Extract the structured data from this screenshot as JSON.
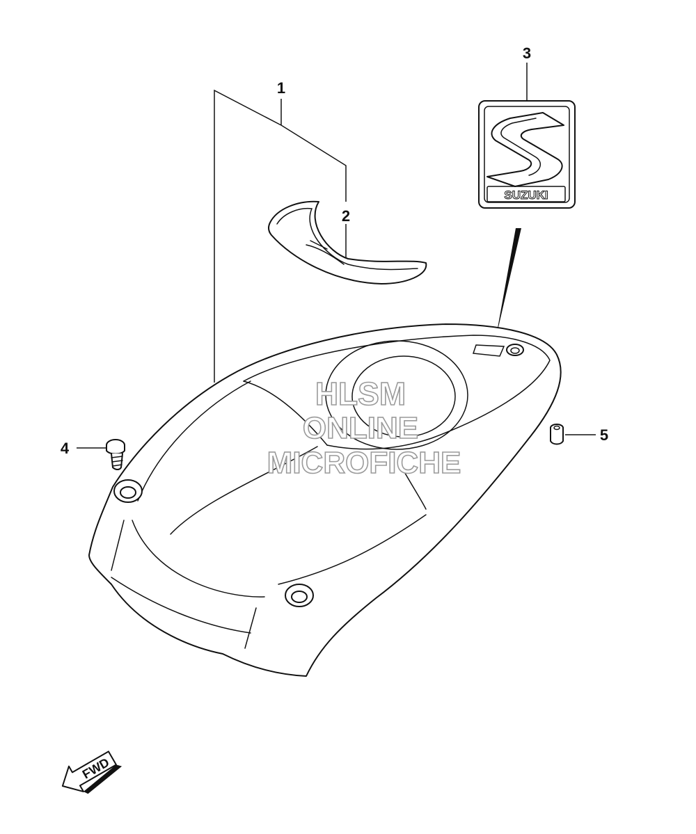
{
  "callouts": [
    {
      "id": "1",
      "label": "1"
    },
    {
      "id": "2",
      "label": "2"
    },
    {
      "id": "3",
      "label": "3"
    },
    {
      "id": "4",
      "label": "4"
    },
    {
      "id": "5",
      "label": "5"
    }
  ],
  "emblem": {
    "text": "SUZUKI"
  },
  "watermark": {
    "line1": "HLSM",
    "line2": "ONLINE",
    "line3": "MICROFICHE"
  },
  "direction_arrow": {
    "text": "FWD"
  }
}
